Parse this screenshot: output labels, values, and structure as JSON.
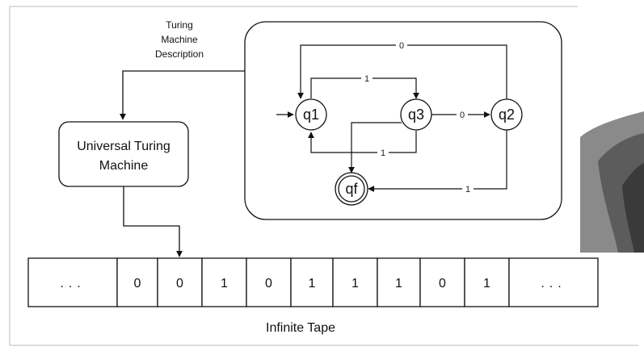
{
  "description_label": {
    "line1": "Turing",
    "line2": "Machine",
    "line3": "Description"
  },
  "utm_label": {
    "line1": "Universal Turing",
    "line2": "Machine"
  },
  "states": {
    "q1": "q1",
    "q3": "q3",
    "q2": "q2",
    "qf": "qf"
  },
  "edges": {
    "q2_to_q1": "0",
    "q1_to_q3": "1",
    "q3_to_q2": "0",
    "q3_to_q1": "1",
    "q2_to_qf": "1"
  },
  "tape": {
    "cells": [
      "...",
      "0",
      "0",
      "1",
      "0",
      "1",
      "1",
      "1",
      "0",
      "1",
      "..."
    ],
    "label": "Infinite Tape"
  }
}
